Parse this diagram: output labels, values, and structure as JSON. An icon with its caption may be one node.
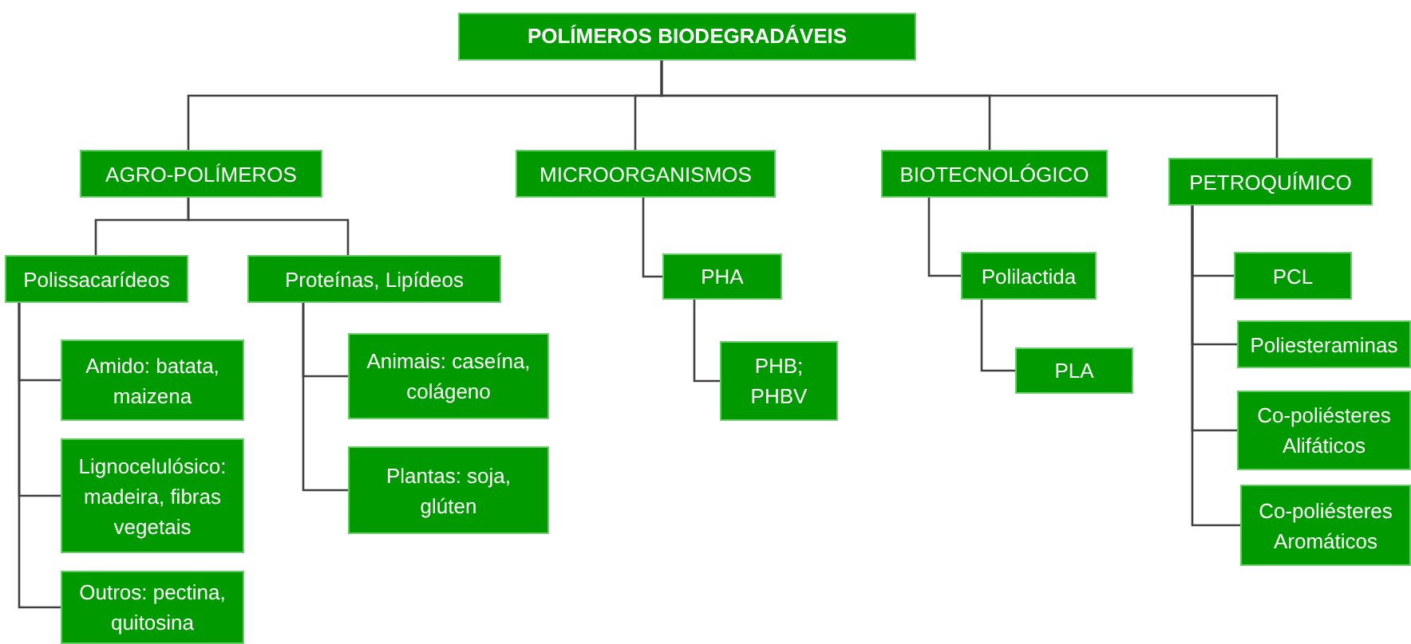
{
  "diagram": {
    "title": "POLÍMEROS BIODEGRADÁVEIS",
    "nodes": [
      {
        "text": [
          "AGRO-POLÍMEROS"
        ]
      },
      {
        "text": [
          "MICROORGANISMOS"
        ]
      },
      {
        "text": [
          "BIOTECNOLÓGICO"
        ]
      },
      {
        "text": [
          "PETROQUÍMICO"
        ]
      },
      {
        "text": [
          "Polissacarídeos"
        ]
      },
      {
        "text": [
          "Proteínas, Lipídeos"
        ]
      },
      {
        "text": [
          "Amido: batata, maizena"
        ]
      },
      {
        "text": [
          "Lignocelulósico: madeira, fibras vegetais"
        ]
      },
      {
        "text": [
          "Outros: pectina, quitosina"
        ]
      },
      {
        "text": [
          "Animais: caseína, colágeno"
        ]
      },
      {
        "text": [
          "Plantas: soja, glúten"
        ]
      },
      {
        "text": [
          "PHA"
        ]
      },
      {
        "text": [
          "PHB; PHBV"
        ]
      },
      {
        "text": [
          "Polilactida"
        ]
      },
      {
        "text": [
          "PLA"
        ]
      },
      {
        "text": [
          "PCL"
        ]
      },
      {
        "text": [
          "Poliesteraminas"
        ]
      },
      {
        "text": [
          "Co-poliésteres Alifáticos"
        ]
      },
      {
        "text": [
          "Co-poliésteres Aromáticos"
        ]
      }
    ],
    "edges": [
      {
        "from": null,
        "to": 0,
        "arrow": "none"
      },
      {
        "from": null,
        "to": 1,
        "arrow": "none"
      },
      {
        "from": null,
        "to": 2,
        "arrow": "none"
      },
      {
        "from": null,
        "to": 3,
        "arrow": "none"
      },
      {
        "from": 0,
        "to": 4,
        "arrow": "none"
      },
      {
        "from": 0,
        "to": 5,
        "arrow": "none"
      },
      {
        "from": 4,
        "to": 6,
        "arrow": "none"
      },
      {
        "from": 4,
        "to": 7,
        "arrow": "none"
      },
      {
        "from": 4,
        "to": 8,
        "arrow": "none"
      },
      {
        "from": 5,
        "to": 9,
        "arrow": "none"
      },
      {
        "from": 5,
        "to": 10,
        "arrow": "none"
      },
      {
        "from": 1,
        "to": 11,
        "arrow": "none"
      },
      {
        "from": 11,
        "to": 12,
        "arrow": "none"
      },
      {
        "from": 2,
        "to": 13,
        "arrow": "none"
      },
      {
        "from": 13,
        "to": 14,
        "arrow": "none"
      },
      {
        "from": 3,
        "to": 15,
        "arrow": "none"
      },
      {
        "from": 3,
        "to": 16,
        "arrow": "none"
      },
      {
        "from": 3,
        "to": 17,
        "arrow": "none"
      },
      {
        "from": 3,
        "to": 18,
        "arrow": "none"
      }
    ]
  }
}
